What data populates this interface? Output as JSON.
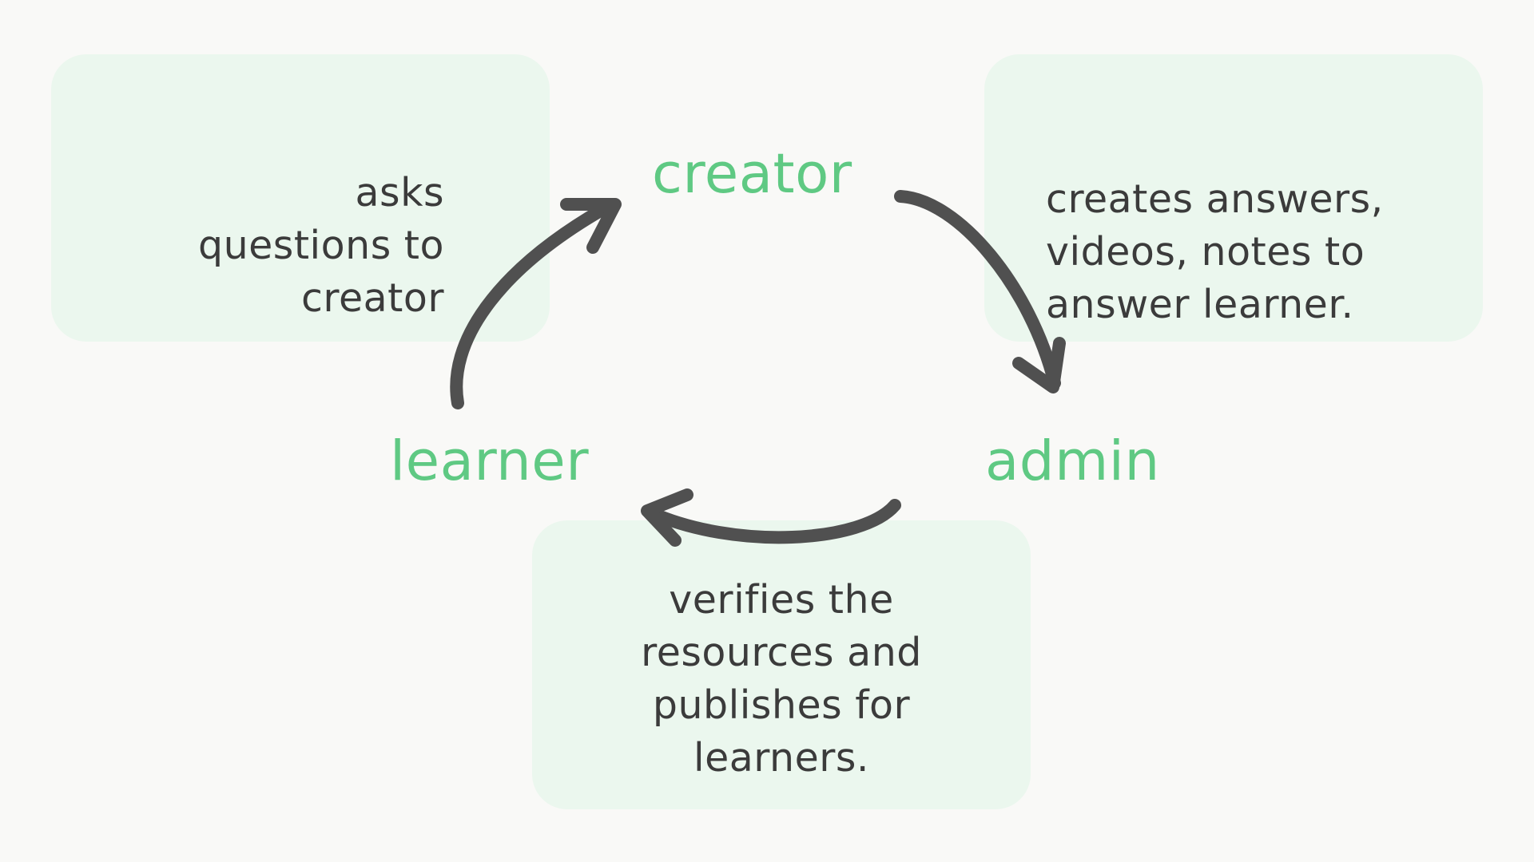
{
  "boxes": {
    "learner_action": {
      "lines": [
        "asks",
        "questions to",
        "creator"
      ]
    },
    "creator_action": {
      "lines": [
        "creates answers,",
        "videos, notes to",
        "answer learner."
      ]
    },
    "admin_action": {
      "lines": [
        "verifies the",
        "resources and",
        "publishes for",
        "learners."
      ]
    }
  },
  "roles": {
    "creator": "creator",
    "learner": "learner",
    "admin": "admin"
  },
  "colors": {
    "background": "#f9f9f7",
    "box": "#ebf7ee",
    "role_text": "#5fc983",
    "body_text": "#3b3b3b",
    "arrow": "#505050"
  },
  "flow": [
    {
      "from": "learner",
      "to": "creator"
    },
    {
      "from": "creator",
      "to": "admin"
    },
    {
      "from": "admin",
      "to": "learner"
    }
  ]
}
